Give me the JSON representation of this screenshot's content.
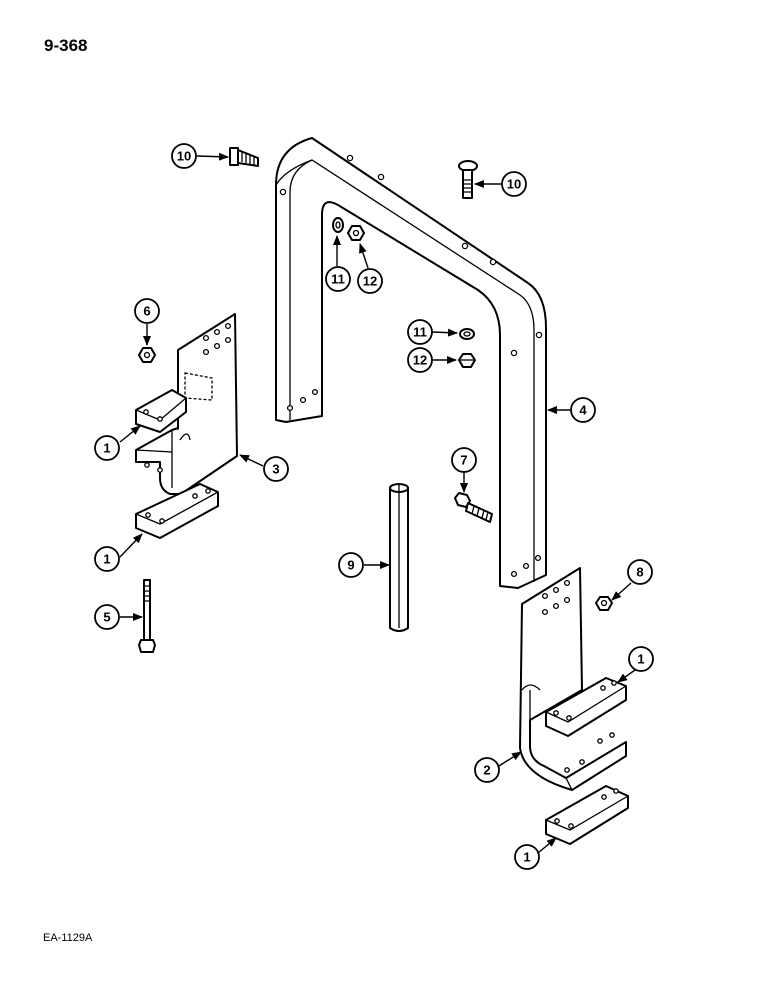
{
  "page": {
    "number": "9-368",
    "figure_code": "EA-1129A"
  },
  "callouts": {
    "c10a": "10",
    "c10b": "10",
    "c11a": "11",
    "c12a": "12",
    "c6": "6",
    "c11b": "11",
    "c12b": "12",
    "c4": "4",
    "c1a": "1",
    "c3": "3",
    "c7": "7",
    "c1b": "1",
    "c9": "9",
    "c8": "8",
    "c5": "5",
    "c1c": "1",
    "c2": "2",
    "c1d": "1"
  }
}
